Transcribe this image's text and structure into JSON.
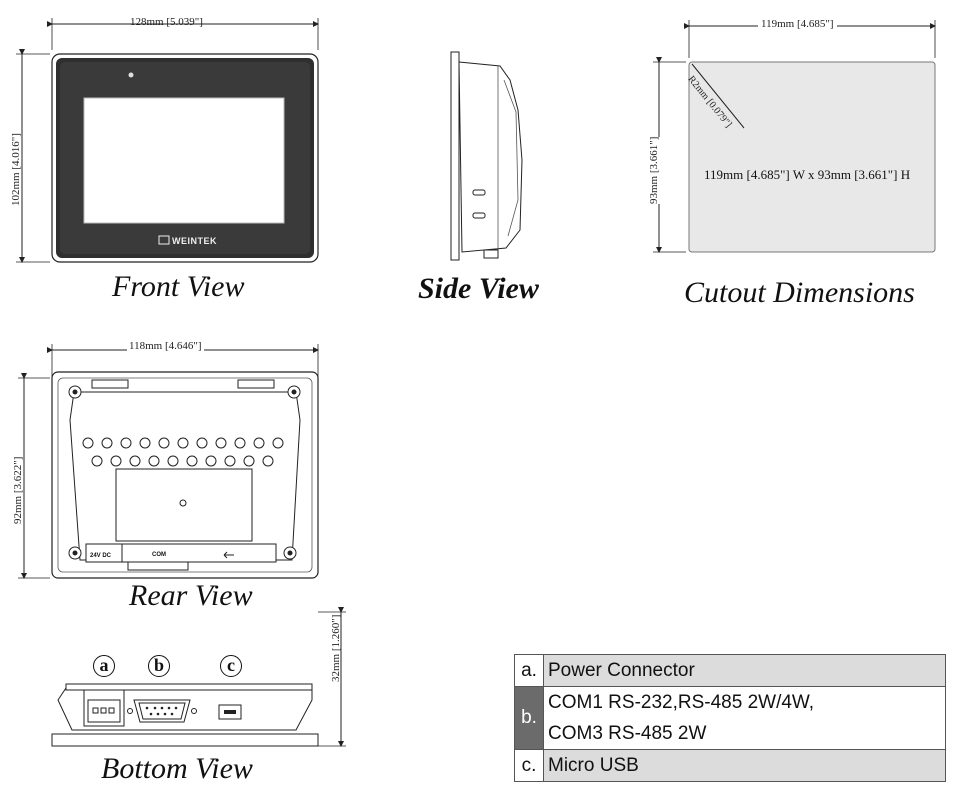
{
  "front_view": {
    "title": "Front View",
    "width_label": "128mm [5.039\"]",
    "height_label": "102mm [4.016\"]",
    "brand": "WEINTEK"
  },
  "side_view": {
    "title": "Side View"
  },
  "cutout": {
    "title": "Cutout Dimensions",
    "width_label": "119mm [4.685\"]",
    "height_label": "93mm [3.661\"]",
    "radius_label": "R2mm [0.079\"]",
    "size_text": "119mm [4.685\"]  W x 93mm [3.661\"] H"
  },
  "rear_view": {
    "title": "Rear View",
    "width_label": "118mm [4.646\"]",
    "height_label": "92mm [3.622\"]",
    "port_com": "COM",
    "power_label": "24V DC"
  },
  "bottom_view": {
    "title": "Bottom View",
    "depth_label": "32mm [1.260\"]",
    "markers": [
      "a",
      "b",
      "c"
    ]
  },
  "legend": [
    {
      "key": "a.",
      "lines": [
        "Power Connector"
      ]
    },
    {
      "key": "b.",
      "lines": [
        "COM1 RS-232,RS-485 2W/4W,",
        "COM3 RS-485 2W"
      ]
    },
    {
      "key": "c.",
      "lines": [
        "Micro USB"
      ]
    }
  ]
}
